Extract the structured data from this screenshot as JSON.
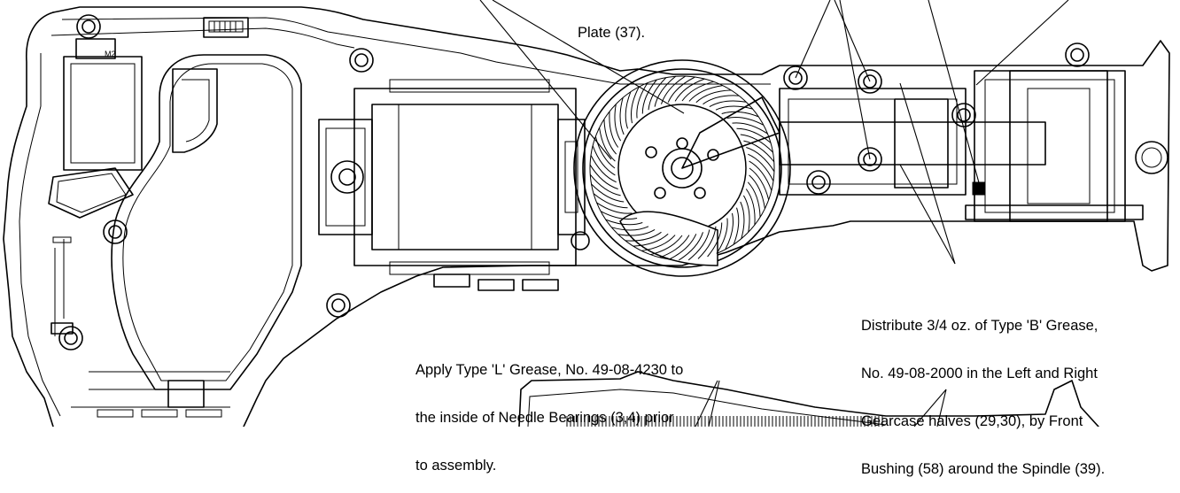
{
  "callouts": {
    "top_partial": "Plate (37).",
    "type_b_grease": [
      "Distribute 3/4 oz. of Type 'B' Grease,",
      "No. 49-08-2000 in the Left and Right",
      "Gearcase halves (29,30), by Front",
      "Bushing (58) around the Spindle (39)."
    ],
    "type_l_grease": [
      "Apply Type 'L' Grease, No. 49-08-4230 to",
      "the inside of Needle Bearings (3,4) prior",
      "to assembly."
    ]
  },
  "part_marking": "M2",
  "diagram_parts": [
    "motor-housing",
    "handle",
    "trigger",
    "motor",
    "gearcase",
    "gear",
    "spindle",
    "needle-bearings",
    "screws",
    "front-bushing"
  ]
}
